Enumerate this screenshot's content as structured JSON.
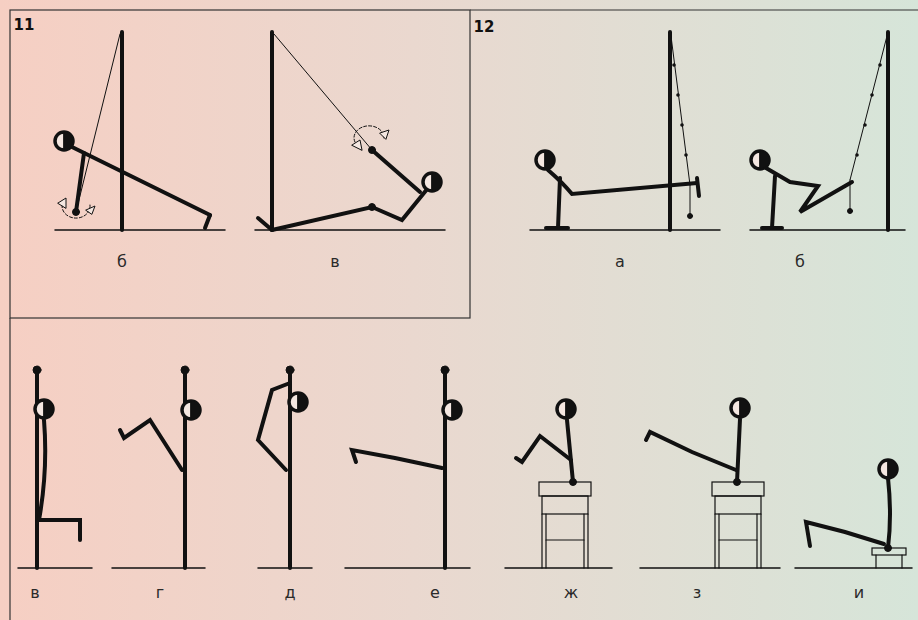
{
  "diagram": {
    "labels": [
      "11",
      "б",
      "в",
      "12",
      "а",
      "б",
      "в",
      "г",
      "д",
      "е",
      "ж",
      "з",
      "и"
    ]
  }
}
